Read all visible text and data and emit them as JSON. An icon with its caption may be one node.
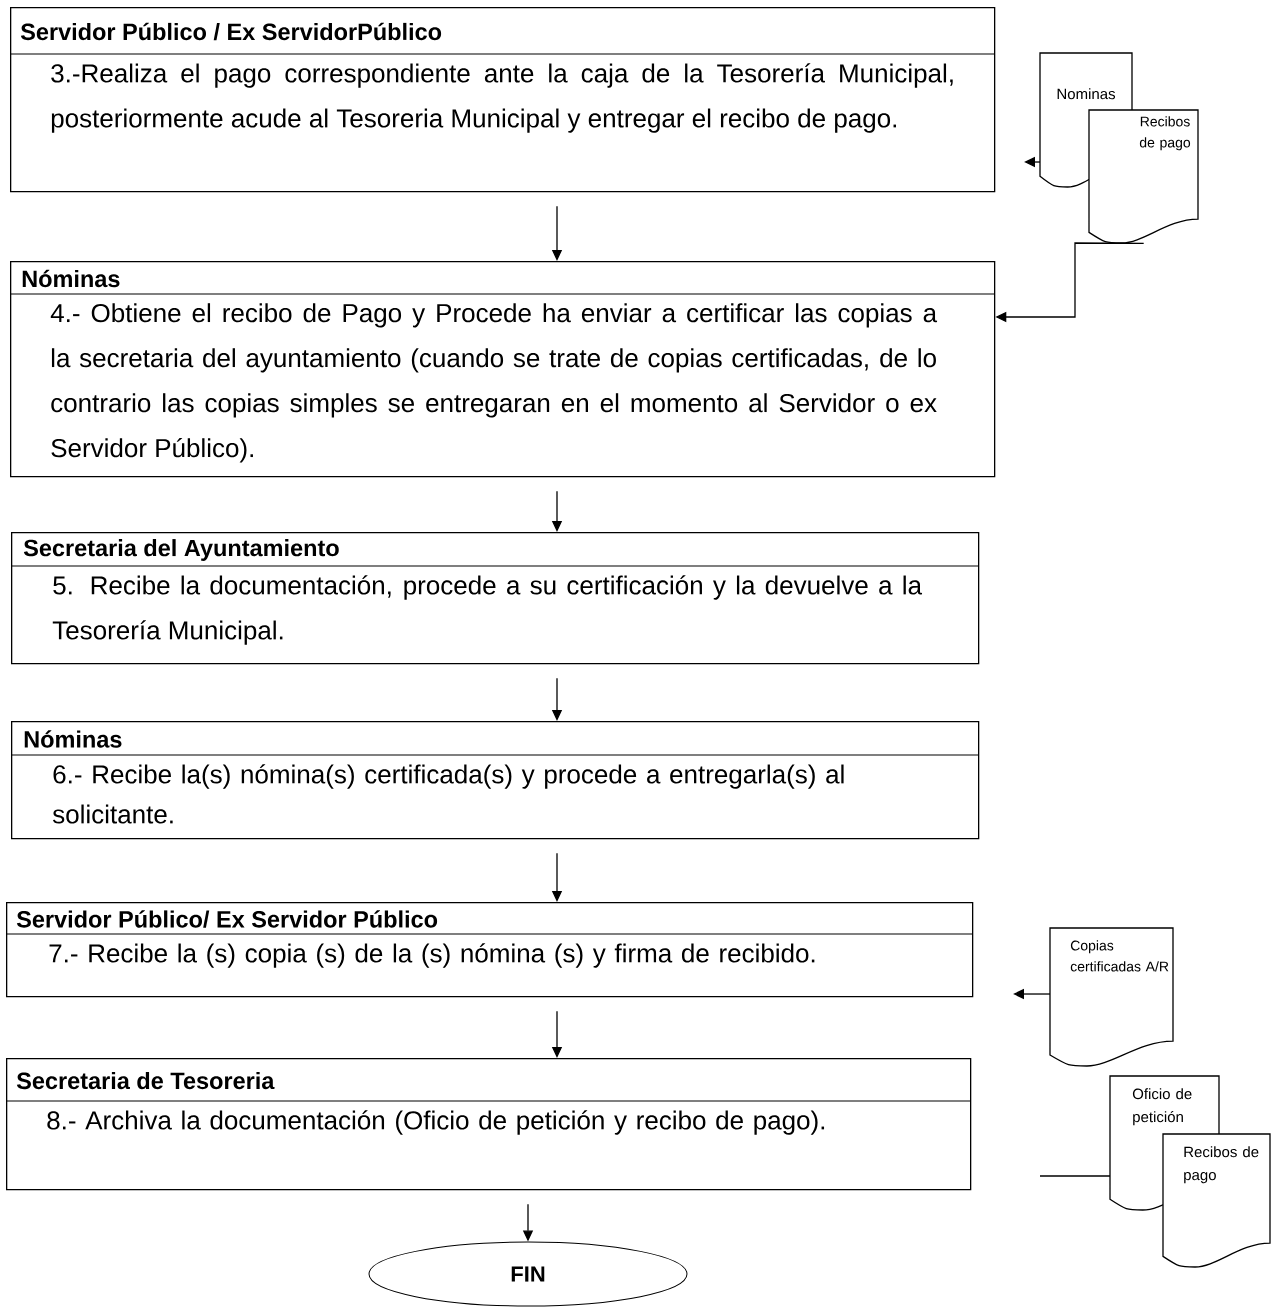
{
  "diagram": {
    "nodes": [
      {
        "text": [
          "Servidor Público / Ex ServidorPúblico",
          "3.-Realiza el pago correspondiente ante la caja de la Tesorería Municipal, posteriormente acude al Tesoreria Municipal y entregar el recibo de pago."
        ]
      },
      {
        "text": [
          "Nóminas",
          "4.- Obtiene el recibo de Pago y Procede ha enviar a certificar las copias a la secretaria del ayuntamiento (cuando se trate de copias certificadas, de lo contrario las copias simples se entregaran en el momento al Servidor o ex Servidor Público)."
        ]
      },
      {
        "text": [
          "Secretaria del Ayuntamiento",
          "5. Recibe la documentación, procede a su certificación y la devuelve a la Tesorería Municipal."
        ]
      },
      {
        "text": [
          "Nóminas",
          "6.- Recibe la(s) nómina(s) certificada(s) y procede a entregarla(s) al solicitante."
        ]
      },
      {
        "text": [
          "Servidor Público/ Ex Servidor Público",
          "7.- Recibe la (s) copia (s) de la (s) nómina (s) y firma de recibido."
        ]
      },
      {
        "text": [
          "Secretaria de Tesoreria",
          "8.- Archiva la documentación (Oficio de petición y recibo de pago)."
        ]
      },
      {
        "text": [
          "FIN"
        ]
      },
      {
        "text": [
          "Nominas"
        ]
      },
      {
        "text": [
          "Recibos de pago"
        ]
      },
      {
        "text": [
          "Copias certificadas A/R"
        ]
      },
      {
        "text": [
          "Oficio de petición"
        ]
      },
      {
        "text": [
          "Recibos de pago"
        ]
      }
    ],
    "edges": [
      {
        "from": 0,
        "to": 1,
        "arrow": "to"
      },
      {
        "from": 1,
        "to": 2,
        "arrow": "to"
      },
      {
        "from": 2,
        "to": 3,
        "arrow": "to"
      },
      {
        "from": 3,
        "to": 4,
        "arrow": "to"
      },
      {
        "from": 4,
        "to": 5,
        "arrow": "to"
      },
      {
        "from": 5,
        "to": 6,
        "arrow": "to"
      },
      {
        "from": 7,
        "to": null,
        "arrow": "to"
      },
      {
        "from": 8,
        "to": 1,
        "arrow": "to"
      },
      {
        "from": 9,
        "to": null,
        "arrow": "to"
      },
      {
        "from": 10,
        "to": null,
        "arrow": "none"
      }
    ]
  }
}
